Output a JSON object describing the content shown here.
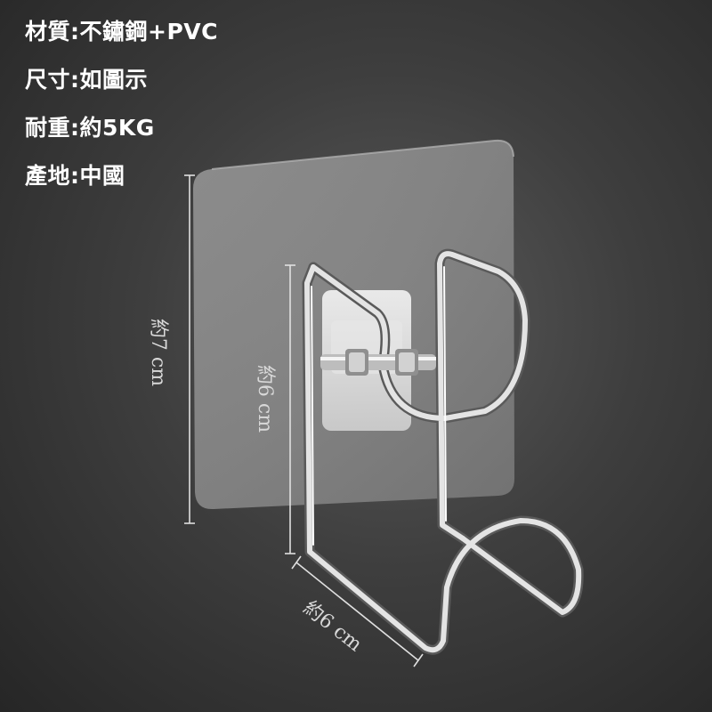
{
  "specs": [
    "材質:不鏽鋼+PVC",
    "尺寸:如圖示",
    "耐重:約5KG",
    "產地:中國"
  ],
  "dimensions": {
    "pad_height": "約7 cm",
    "hook_height": "約6 cm",
    "hook_width": "約6 cm"
  }
}
